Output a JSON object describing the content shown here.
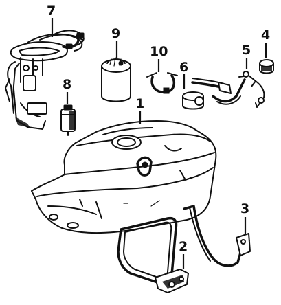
{
  "callouts": {
    "c1": "1",
    "c2": "2",
    "c3": "3",
    "c4": "4",
    "c5": "5",
    "c6": "6",
    "c7": "7",
    "c8": "8",
    "c9": "9",
    "c10": "10"
  },
  "colors": {
    "ink": "#111111",
    "background": "#ffffff"
  }
}
